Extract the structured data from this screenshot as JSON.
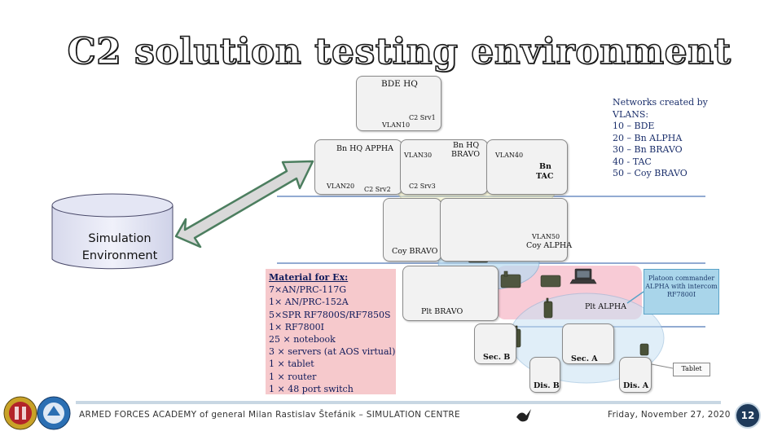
{
  "slide": {
    "title": "C2 solution testing environment",
    "page_number": "12"
  },
  "simulation": {
    "label_line1": "Simulation",
    "label_line2": "Environment"
  },
  "nodes": {
    "bde_hq": {
      "title": "BDE HQ",
      "vlan": "VLAN10",
      "server": "C2 Srv1"
    },
    "bn_hq_alpha": {
      "title": "Bn HQ APPHA",
      "vlan": "VLAN20",
      "server": "C2 Srv2"
    },
    "bn_hq_bravo": {
      "title_line1": "Bn HQ",
      "title_line2": "BRAVO",
      "vlan": "VLAN30",
      "server": "C2 Srv3"
    },
    "bn_tac": {
      "title_line1": "Bn",
      "title_line2": "TAC",
      "vlan": "VLAN40"
    },
    "coy_bravo": {
      "title": "Coy BRAVO"
    },
    "coy_alpha": {
      "vlan": "VLAN50",
      "title": "Coy ALPHA"
    },
    "plt_bravo": {
      "title": "Plt BRAVO"
    },
    "plt_alpha": {
      "title": "Plt ALPHA"
    },
    "sec_b": {
      "title": "Sec. B"
    },
    "sec_a": {
      "title": "Sec. A"
    },
    "dis_b": {
      "title": "Dis. B"
    },
    "dis_a": {
      "title": "Dis. A"
    },
    "tablet": {
      "title": "Tablet"
    }
  },
  "platoon_commander": {
    "line1": "Platoon commander",
    "line2": "ALPHA with intercom",
    "line3": "RF7800I"
  },
  "legend": {
    "header_line1": "Networks created by",
    "header_line2": "VLANS:",
    "items": [
      "10 – BDE",
      "20 – Bn ALPHA",
      "30 – Bn BRAVO",
      "40 - TAC",
      "50 – Coy BRAVO"
    ]
  },
  "material": {
    "header": "Material for Ex:",
    "items": [
      "7×AN/PRC-117G",
      "1× AN/PRC-152A",
      "5×SPR RF7800S/RF7850S",
      "1× RF7800I",
      "25 × notebook",
      "3 × servers (at AOS virtual)",
      "1 × tablet",
      "1 × router",
      "1 × 48 port switch"
    ]
  },
  "footer": {
    "institution": "ARMED FORCES ACADEMY of general Milan Rastislav Štefánik – SIMULATION CENTRE",
    "date": "Friday, November 27, 2020"
  },
  "colors": {
    "accent_navy": "#1f3a5a",
    "material_bg": "#f6c9cc",
    "pc_box_bg": "#a9d5ea",
    "ellipse_yellow": "#f4f2c2",
    "ellipse_blue": "#b9dcf2",
    "arrow_green": "#5c8a6b"
  }
}
